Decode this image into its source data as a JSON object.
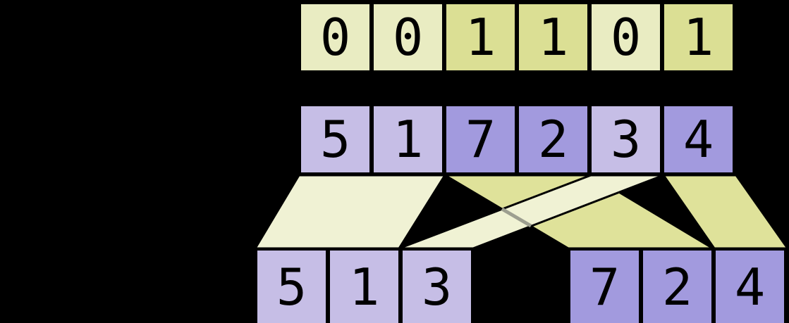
{
  "colors": {
    "background": "#000000",
    "border": "#000000",
    "digit": "#000000",
    "mask0": "#e9ecc2",
    "mask1": "#dbdf94",
    "val_light": "#c6bee6",
    "val_dark": "#a29ade",
    "band_light": "#f0f2d4",
    "band_dark": "#dfe29a",
    "overlap_line": "#9d9f90"
  },
  "rows": {
    "mask": {
      "cells": [
        {
          "value": "0",
          "tone": "mask0"
        },
        {
          "value": "0",
          "tone": "mask0"
        },
        {
          "value": "1",
          "tone": "mask1"
        },
        {
          "value": "1",
          "tone": "mask1"
        },
        {
          "value": "0",
          "tone": "mask0"
        },
        {
          "value": "1",
          "tone": "mask1"
        }
      ]
    },
    "input": {
      "cells": [
        {
          "value": "5",
          "tone": "val_light"
        },
        {
          "value": "1",
          "tone": "val_light"
        },
        {
          "value": "7",
          "tone": "val_dark"
        },
        {
          "value": "2",
          "tone": "val_dark"
        },
        {
          "value": "3",
          "tone": "val_light"
        },
        {
          "value": "4",
          "tone": "val_dark"
        }
      ]
    },
    "output_left": {
      "cells": [
        {
          "value": "5",
          "tone": "val_light"
        },
        {
          "value": "1",
          "tone": "val_light"
        },
        {
          "value": "3",
          "tone": "val_light"
        }
      ]
    },
    "output_right": {
      "cells": [
        {
          "value": "7",
          "tone": "val_dark"
        },
        {
          "value": "2",
          "tone": "val_dark"
        },
        {
          "value": "4",
          "tone": "val_dark"
        }
      ]
    }
  }
}
